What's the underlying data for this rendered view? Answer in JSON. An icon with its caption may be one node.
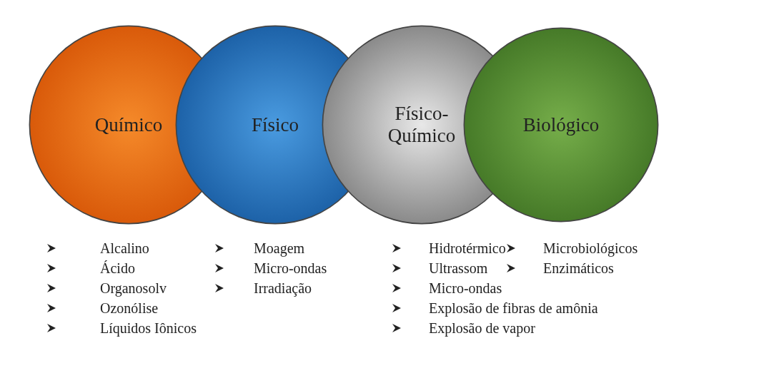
{
  "diagram": {
    "nodes": [
      {
        "text": [
          "Químico"
        ],
        "beside": [
          "Alcalino",
          "Ácido",
          "Organosolv",
          "Ozonólise",
          "Líquidos Iônicos"
        ]
      },
      {
        "text": [
          "Físico"
        ],
        "beside": [
          "Moagem",
          "Micro-ondas",
          "Irradiação"
        ]
      },
      {
        "text": [
          "Físico-Químico"
        ],
        "beside": [
          "Hidrotérmico",
          "Ultrassom",
          "Micro-ondas",
          "Explosão de fibras de amônia",
          "Explosão de vapor"
        ]
      },
      {
        "text": [
          "Biológico"
        ],
        "beside": [
          "Microbiológicos",
          "Enzimáticos"
        ]
      }
    ]
  }
}
